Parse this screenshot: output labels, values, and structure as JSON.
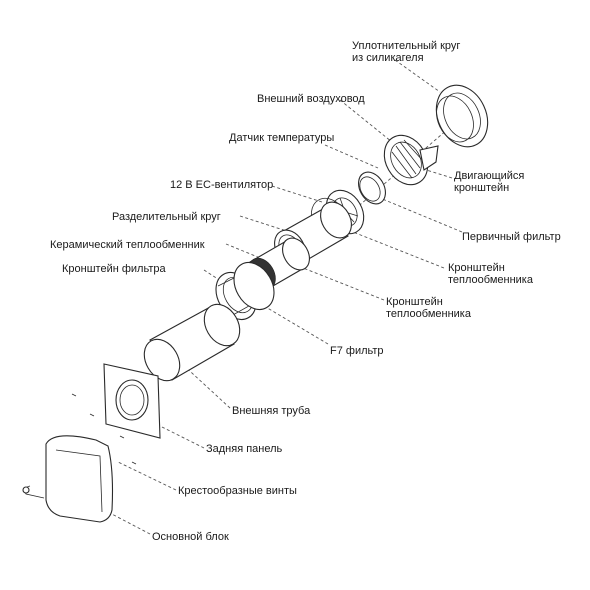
{
  "labels": {
    "seal_ring": "Уплотнительный круг\nиз силикагеля",
    "outer_duct": "Внешний воздуховод",
    "temp_sensor": "Датчик температуры",
    "moving_bracket": "Двигающийся\nкронштейн",
    "ec_fan": "12 В ЕС-вентилятор",
    "primary_filter": "Первичный фильтр",
    "separator_ring": "Разделительный круг",
    "ceramic_exchanger": "Керамический теплообменник",
    "exchanger_bracket_1": "Кронштейн\nтеплообменника",
    "filter_bracket": "Кронштейн фильтра",
    "exchanger_bracket_2": "Кронштейн\nтеплообменника",
    "f7_filter": "F7 фильтр",
    "outer_pipe": "Внешняя труба",
    "back_panel": "Задняя панель",
    "cross_screws": "Крестообразные винты",
    "main_unit": "Основной блок"
  }
}
